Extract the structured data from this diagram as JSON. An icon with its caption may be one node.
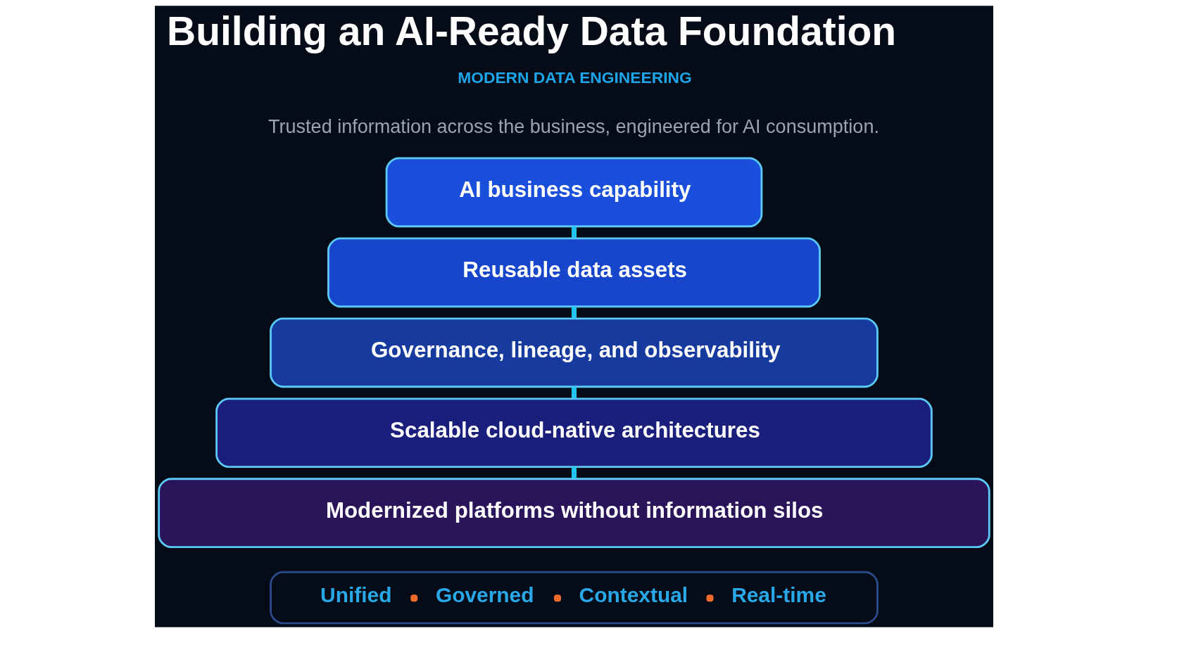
{
  "diagram": {
    "title": "Building an AI-Ready Data Foundation",
    "nodes": [
      {
        "text": [
          "AI business capability"
        ]
      },
      {
        "text": [
          "Reusable data assets"
        ]
      },
      {
        "text": [
          "Governance, lineage, and observability"
        ]
      },
      {
        "text": [
          "Scalable cloud-native architectures"
        ]
      },
      {
        "text": [
          "Modernized platforms without information silos"
        ]
      },
      {
        "text": [
          "Unified",
          "Governed",
          "Contextual",
          "Real-time"
        ]
      }
    ],
    "edges": [
      {
        "from": 0,
        "to": 1,
        "arrow": "none"
      },
      {
        "from": 1,
        "to": 2,
        "arrow": "none"
      },
      {
        "from": 2,
        "to": 3,
        "arrow": "none"
      },
      {
        "from": 3,
        "to": 4,
        "arrow": "none"
      }
    ],
    "labels": [
      "MODERN DATA ENGINEERING",
      "Trusted information across the business, engineered for AI consumption."
    ]
  }
}
